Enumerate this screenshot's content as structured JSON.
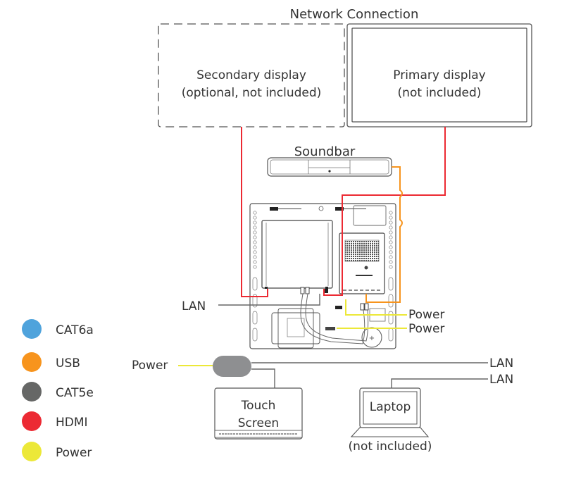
{
  "title": "Network Connection",
  "displays": {
    "secondary": {
      "line1": "Secondary display",
      "line2": "(optional, not included)"
    },
    "primary": {
      "line1": "Primary display",
      "line2": "(not included)"
    }
  },
  "soundbar": {
    "label": "Soundbar"
  },
  "plate_labels": {
    "lan_left": "LAN",
    "power_1": "Power",
    "power_2": "Power"
  },
  "bottom": {
    "power_label": "Power",
    "lan_1": "LAN",
    "lan_2": "LAN",
    "touch_screen": {
      "line1": "Touch",
      "line2": "Screen"
    },
    "laptop": {
      "label": "Laptop",
      "note": "(not included)"
    }
  },
  "legend": [
    {
      "label": "CAT6a",
      "color": "#4fa3dc"
    },
    {
      "label": "USB",
      "color": "#f7941d"
    },
    {
      "label": "CAT5e",
      "color": "#666766"
    },
    {
      "label": "HDMI",
      "color": "#ec2a33"
    },
    {
      "label": "Power",
      "color": "#ece838"
    }
  ],
  "wire_colors": {
    "hdmi": "#ec2a33",
    "usb": "#f7941d",
    "cat5e": "#777777",
    "power": "#ece838",
    "outline": "#555555"
  }
}
